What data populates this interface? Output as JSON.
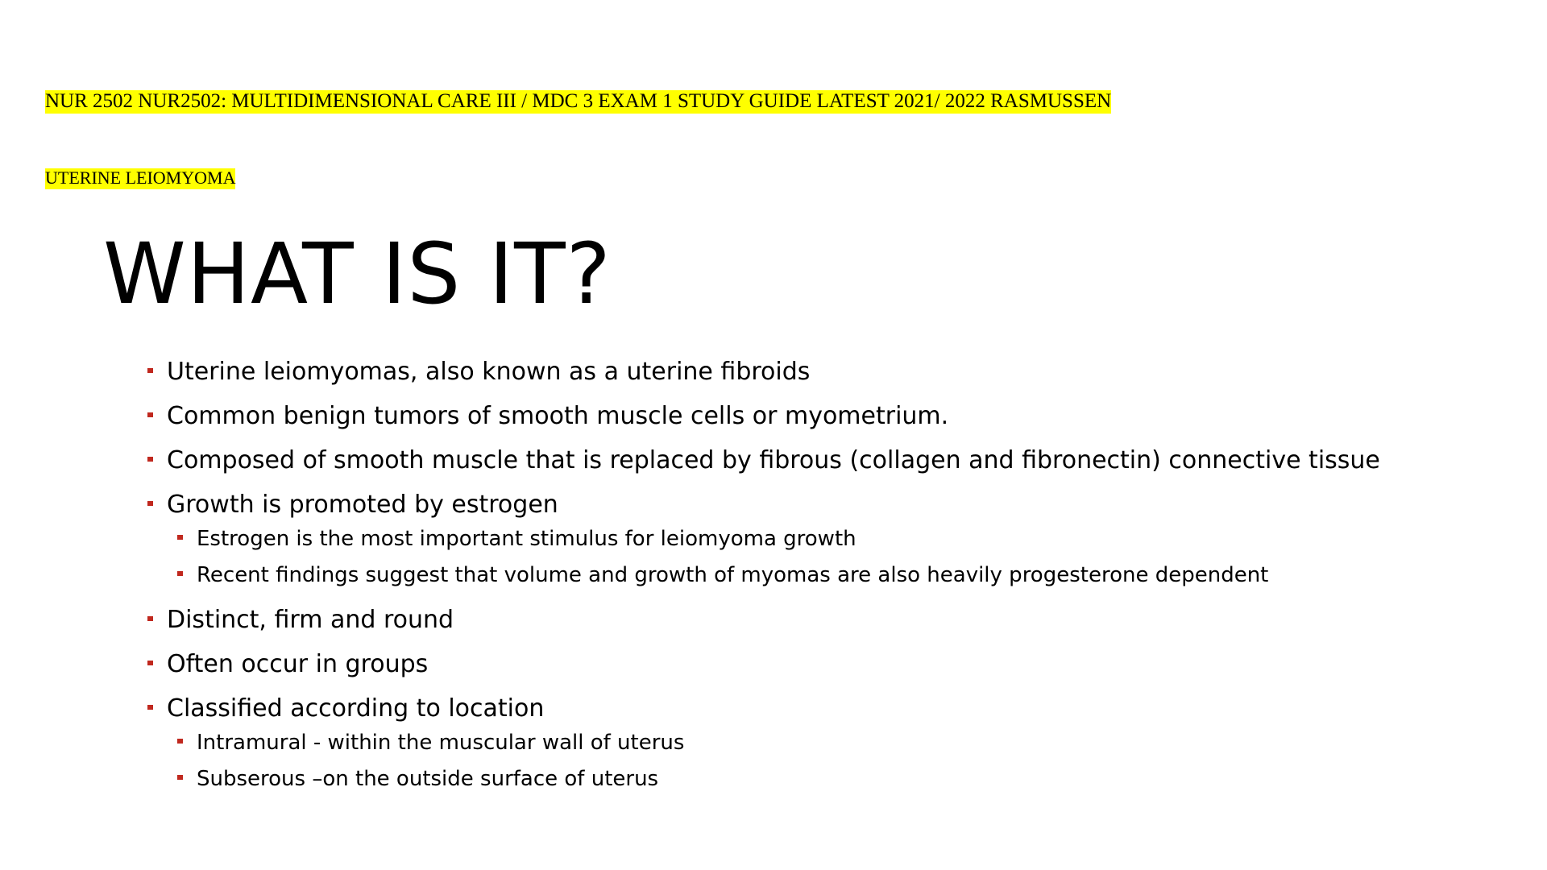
{
  "document": {
    "header": "NUR 2502 NUR2502: MULTIDIMENSIONAL CARE III / MDC 3 EXAM 1 STUDY GUIDE LATEST 2021/ 2022 RASMUSSEN",
    "section_label": "UTERINE LEIOMYOMA"
  },
  "slide": {
    "title": "WHAT IS IT?",
    "bullets": [
      "Uterine leiomyomas, also known as a uterine fibroids",
      "Common benign tumors of smooth muscle cells or myometrium.",
      "Composed of smooth muscle that is replaced by fibrous (collagen and fibronectin) connective tissue",
      "Growth is promoted by estrogen",
      "Estrogen is the most important stimulus for leiomyoma growth",
      "Recent findings suggest that volume and growth of myomas are also heavily progesterone dependent",
      "Distinct, firm and round",
      "Often occur in groups",
      "Classified according to location",
      "Intramural - within the muscular wall of uterus",
      "Subserous –on the outside surface of uterus"
    ]
  },
  "colors": {
    "highlight": "#ffff00",
    "bullet_marker": "#c0281e",
    "text": "#000000"
  }
}
